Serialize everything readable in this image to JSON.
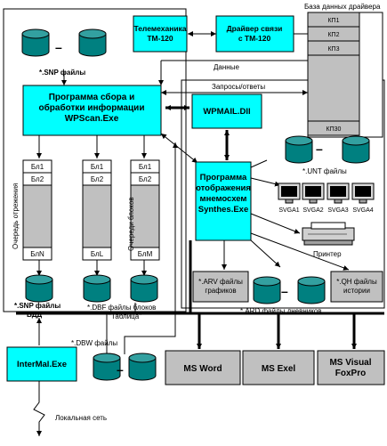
{
  "diagram": {
    "nodes": {
      "telemech": [
        "Телемеханика",
        "ТМ-120"
      ],
      "driver": [
        "Драйвер связи",
        "с ТМ-120"
      ],
      "wpscan": [
        "Программа сбора и",
        "обработки информации",
        "WPScan.Exe"
      ],
      "wpmail": [
        "WPMAIL.Dll"
      ],
      "synthes": [
        "Программа",
        "отображения",
        "мнемосхем",
        "Synthes.Exe"
      ],
      "intermail": [
        "InterMal.Exe"
      ],
      "word": [
        "MS Word"
      ],
      "exel": [
        "MS Exel"
      ],
      "foxpro": [
        "MS Visual",
        "FoxPro"
      ],
      "arv": [
        "*.ARV файлы",
        "графиков"
      ],
      "qh": [
        "*.QH файлы",
        "истории"
      ]
    },
    "db_panel": {
      "title": "База данных драйвера",
      "rows": [
        "КП1",
        "КП2",
        "КП3",
        "КП30"
      ]
    },
    "queues": [
      {
        "cells": [
          "Бл1",
          "Бл2",
          "БлN"
        ]
      },
      {
        "cells": [
          "Бл1",
          "Бл2",
          "БлL"
        ]
      },
      {
        "cells": [
          "Бл1",
          "Бл2",
          "БлМ"
        ]
      }
    ],
    "labels": {
      "snp_top": "*.SNP файлы",
      "data": "Данные",
      "requests": "Запросы/ответы",
      "unt": "*.UNT файлы",
      "queue_exceed": "Очередь отрежения",
      "queue_blocks": "Очереди блоков",
      "snp_bdd_1": "*.SNP файлы",
      "snp_bdd_2": "БДД",
      "dbf_1": "*.DBF файлы блоков",
      "dbf_2": "\"Таблица\"",
      "ard": "*.ARD файлы дневников",
      "dbw": "*.DBW файлы",
      "printer": "Принтер",
      "lan": "Локальная сеть",
      "dash_top": "–",
      "dash_unt": "–",
      "dash_ard": "–",
      "dash_dbw": "–"
    },
    "svga": [
      "SVGA1",
      "SVGA2",
      "SVGA3",
      "SVGA4"
    ],
    "colors": {
      "cyan": "#00ffff",
      "disk": "#008080",
      "gray": "#c0c0c0",
      "queue": "#c0c0c0"
    }
  }
}
